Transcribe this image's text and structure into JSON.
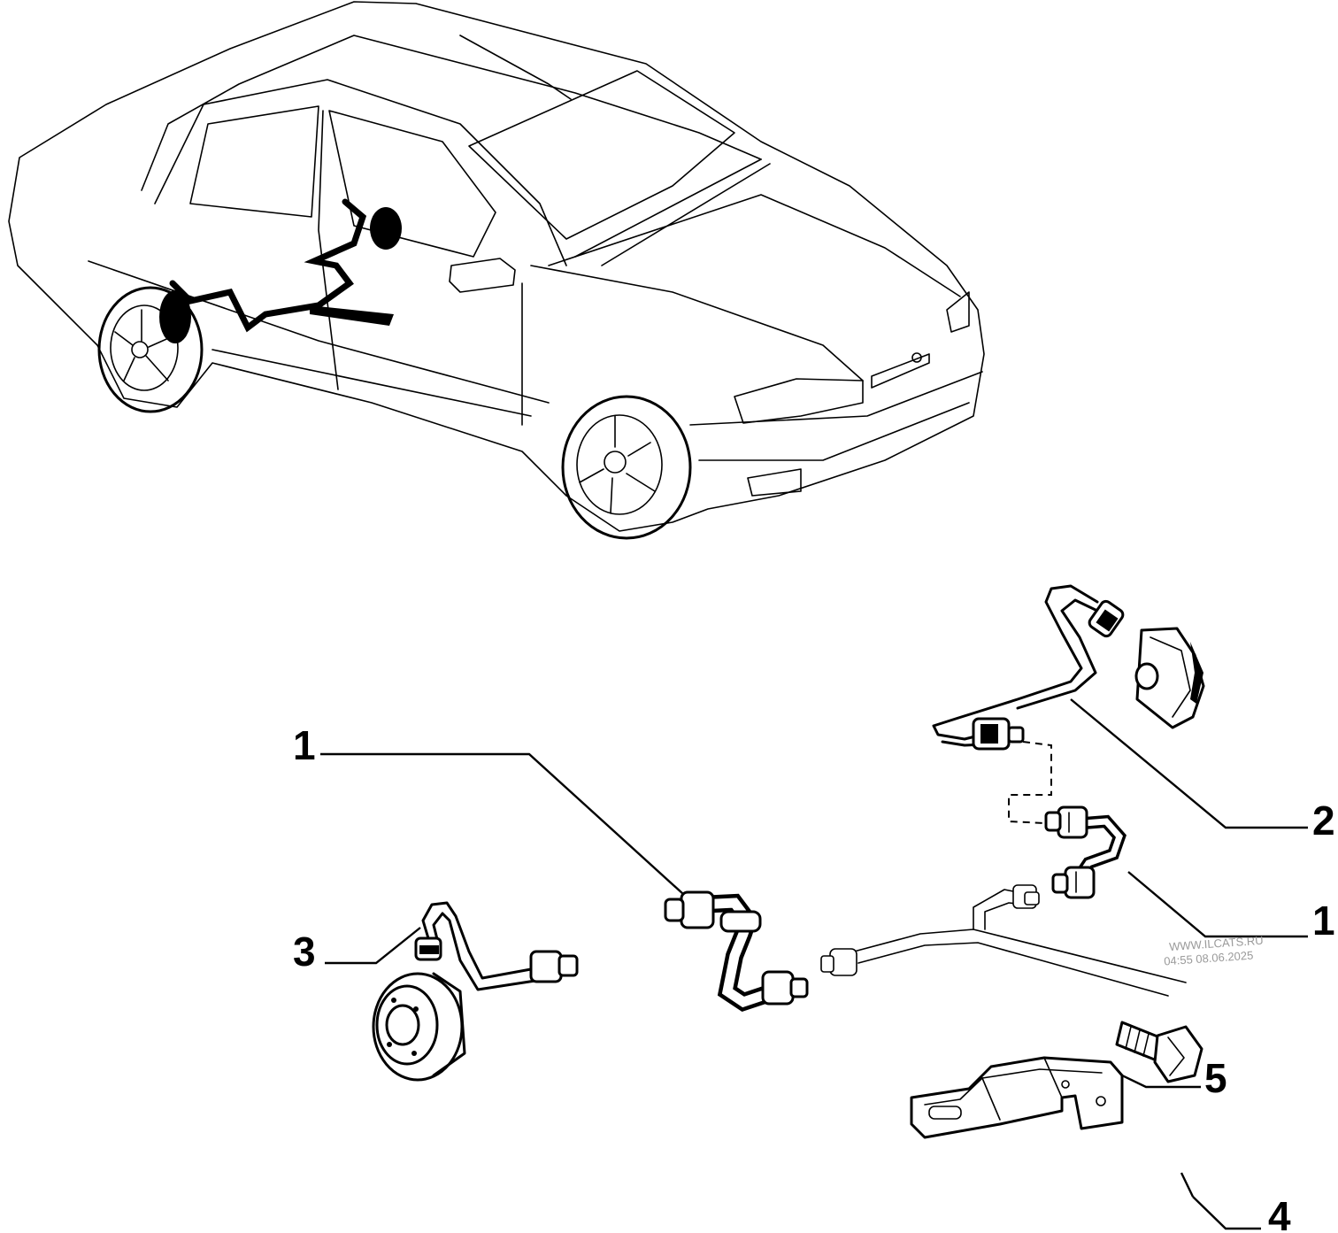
{
  "callouts": [
    {
      "label": "1"
    },
    {
      "label": "2"
    },
    {
      "label": "1"
    },
    {
      "label": "3"
    },
    {
      "label": "5"
    },
    {
      "label": "4"
    }
  ],
  "watermark": {
    "line1": "WWW.ILCATS.RU",
    "line2": "04:55 08.06.2025"
  }
}
